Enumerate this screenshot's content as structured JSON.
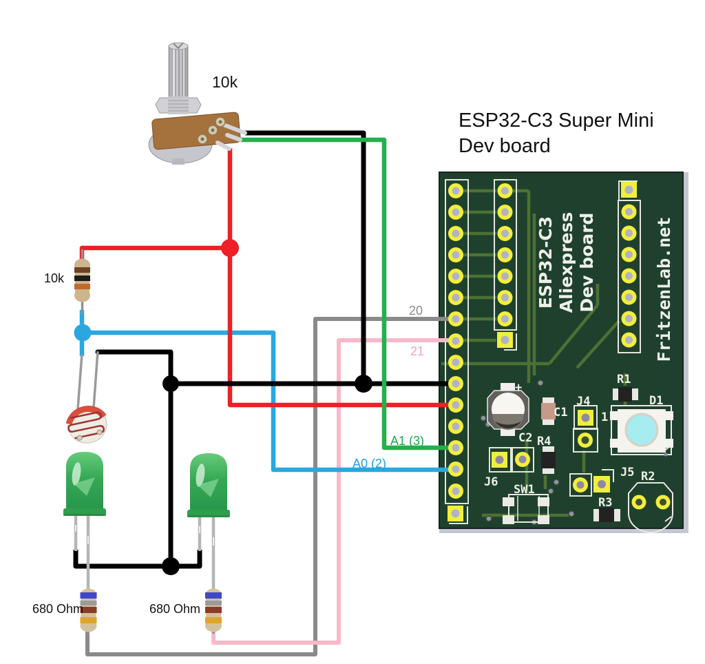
{
  "diagram_title": {
    "line1": "ESP32-C3 Super Mini",
    "line2": "Dev board"
  },
  "component_labels": {
    "potentiometer_value": "10k",
    "pullup_resistor_value": "10k",
    "led1_resistor_value": "680 Ohm",
    "led2_resistor_value": "680 Ohm"
  },
  "wire_labels": {
    "gpio20": "20",
    "gpio21": "21",
    "a1": "A1 (3)",
    "a0": "A0 (2)"
  },
  "wire_colors": {
    "gpio20_gray": "#8a8a8a",
    "gpio21_pink": "#f8b8ca",
    "a1_green": "#24b04c",
    "a0_blue": "#2aa7e0",
    "power_red": "#ec2026",
    "ground_black": "#000000"
  },
  "pcb": {
    "silkscreen_title": [
      "ESP32-C3",
      "Aliexpress",
      "Dev board"
    ],
    "brand": "FritzenLab.net",
    "refs": {
      "r1": "R1",
      "d1": "D1",
      "c1": "C1",
      "c2": "C2",
      "r4": "R4",
      "j4": "J4",
      "j5": "J5",
      "j6": "J6",
      "sw1": "SW1",
      "r2": "R2",
      "r3": "R3",
      "pin1": "1",
      "cap_polarity": "+"
    },
    "board_color": "#20402e",
    "pad_color": "#f2ef3c",
    "trace_color": "#4d7133"
  }
}
